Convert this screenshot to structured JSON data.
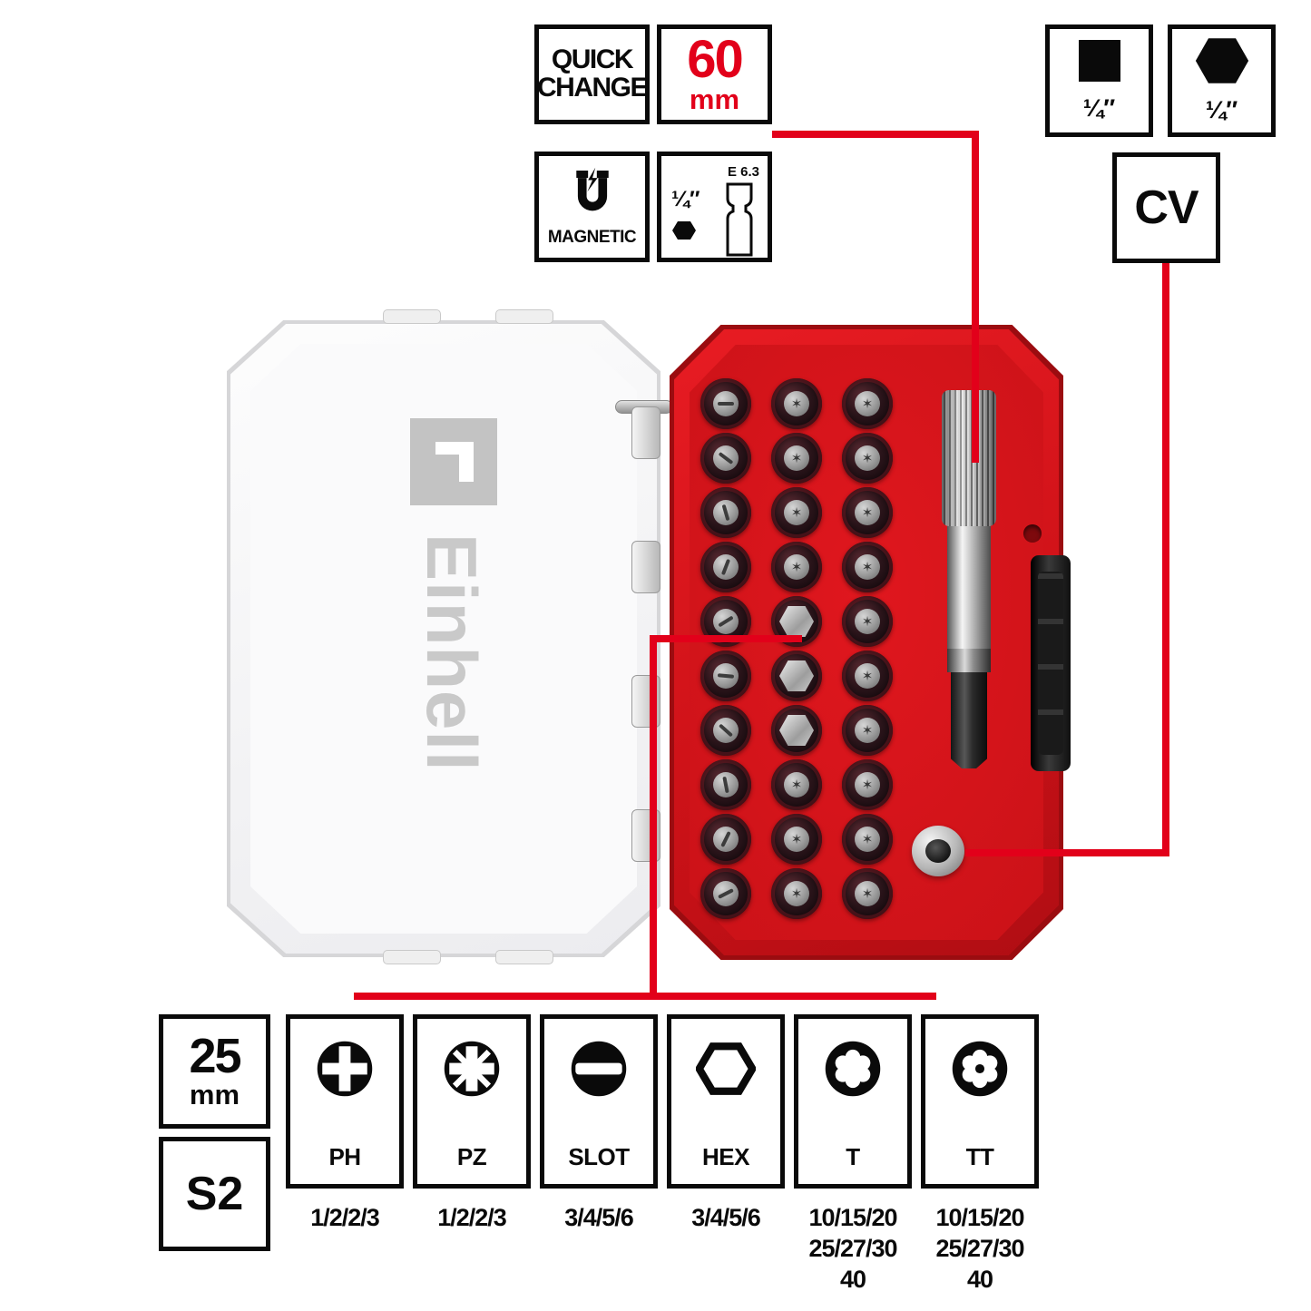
{
  "colors": {
    "accent_red": "#e2001a",
    "case_red": "#d2141b",
    "badge_black": "#0a0a0a",
    "logo_gray": "#c9c9c9"
  },
  "badges_top": {
    "quick_change": {
      "line1": "QUICK",
      "line2": "CHANGE"
    },
    "shank_length": {
      "value": "60",
      "unit": "mm"
    },
    "magnetic": {
      "label": "MAGNETIC",
      "icon": "magnet-icon"
    },
    "bit_profile": {
      "standard": "E 6.3",
      "size": "¼″",
      "icon": "hex-shank-profile-icon"
    },
    "square_drive": {
      "size": "¼″",
      "icon": "square-drive-icon"
    },
    "hex_drive": {
      "size": "¼″",
      "icon": "hex-drive-icon"
    },
    "material": {
      "label": "CV"
    }
  },
  "badges_bottom": {
    "bit_length": {
      "value": "25",
      "unit": "mm"
    },
    "steel_grade": {
      "label": "S2"
    },
    "bit_types": [
      {
        "label": "PH",
        "icon": "phillips-icon",
        "sizes_line1": "1/2/2/3"
      },
      {
        "label": "PZ",
        "icon": "pozidriv-icon",
        "sizes_line1": "1/2/2/3"
      },
      {
        "label": "SLOT",
        "icon": "slotted-icon",
        "sizes_line1": "3/4/5/6"
      },
      {
        "label": "HEX",
        "icon": "hex-socket-icon",
        "sizes_line1": "3/4/5/6"
      },
      {
        "label": "T",
        "icon": "torx-icon",
        "sizes_line1": "10/15/20",
        "sizes_line2": "25/27/30",
        "sizes_line3": "40"
      },
      {
        "label": "TT",
        "icon": "torx-tamper-icon",
        "sizes_line1": "10/15/20",
        "sizes_line2": "25/27/30",
        "sizes_line3": "40"
      }
    ]
  },
  "product": {
    "brand": "Einhell",
    "bit_grid": {
      "columns": 3,
      "rows": 10,
      "tip_by_column": [
        "slot",
        "torx",
        "torx"
      ],
      "hex_head_positions": [
        [
          1,
          4
        ],
        [
          1,
          5
        ],
        [
          1,
          6
        ]
      ],
      "tip_glyphs": {
        "torx": "✶",
        "phillips": "+"
      }
    }
  }
}
